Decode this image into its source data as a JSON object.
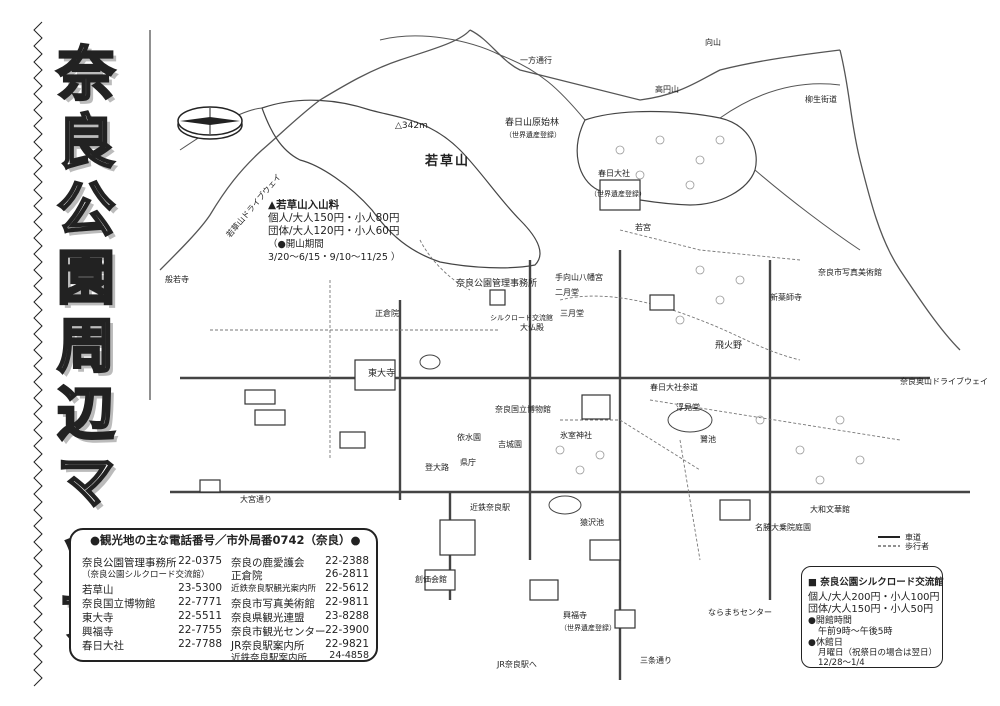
{
  "title": "奈良公園周辺マップ",
  "title_chars": [
    "奈",
    "良",
    "公",
    "園",
    "周",
    "辺",
    "マ",
    "ッ",
    "プ"
  ],
  "fee_box": {
    "heading": "▲若草山入山料",
    "line1": "個人/大人150円・小人80円",
    "line2": "団体/大人120円・小人60円",
    "line3": "（●開山期間",
    "line4": "3/20〜6/15・9/10〜11/25 ）"
  },
  "phone": {
    "title": "●観光地の主な電話番号／市外局番0742（奈良）●",
    "left": [
      {
        "name": "奈良公園管理事務所",
        "num": "22-0375"
      },
      {
        "name": "（奈良公園シルクロード交流館）",
        "num": ""
      },
      {
        "name": "若草山",
        "num": "23-5300"
      },
      {
        "name": "奈良国立博物館",
        "num": "22-7771"
      },
      {
        "name": "東大寺",
        "num": "22-5511"
      },
      {
        "name": "興福寺",
        "num": "22-7755"
      },
      {
        "name": "春日大社",
        "num": "22-7788"
      }
    ],
    "right": [
      {
        "name": "奈良の鹿愛護会",
        "num": "22-2388"
      },
      {
        "name": "正倉院",
        "num": "26-2811"
      },
      {
        "name": "近鉄奈良駅観光案内所",
        "num": "22-5612"
      },
      {
        "name": "奈良市写真美術館",
        "num": "22-9811"
      },
      {
        "name": "奈良県観光連盟",
        "num": "23-8288"
      },
      {
        "name": "奈良市観光センター",
        "num": "22-3900"
      },
      {
        "name": "JR奈良駅案内所",
        "num": "22-9821"
      },
      {
        "name": "近鉄奈良駅案内所",
        "num": "24-4858"
      }
    ]
  },
  "center": {
    "title": "■ 奈良公園シルクロード交流館",
    "fee1": "個人/大人200円・小人100円",
    "fee2": "団体/大人150円・小人50円",
    "hours_h": "●開館時間",
    "hours": "午前9時〜午後5時",
    "closed_h": "●休館日",
    "closed": "月曜日（祝祭日の場合は翌日）",
    "closed2": "12/28〜1/4"
  },
  "legend": {
    "road": "車道",
    "path": "歩行者"
  },
  "labels": {
    "wakakusa": "若草山",
    "wakakusa_peak": "△342m",
    "kasugayama": "春日山原始林",
    "kasugayama_sub": "（世界遺産登録）",
    "takamado": "高円山",
    "kasuga_taisha": "春日大社",
    "kasuga_taisha_sub": "（世界遺産登録）",
    "park_office": "奈良公園管理事務所",
    "silkroad": "シルクロード交流館",
    "todaiji": "東大寺",
    "daibutsuden": "大仏殿",
    "nigatsudo": "二月堂",
    "sangatsudo": "三月堂",
    "shosoin": "正倉院",
    "kofukuji": "興福寺",
    "kofukuji_sub": "（世界遺産登録）",
    "museum": "奈良国立博物館",
    "himuro": "氷室神社",
    "tobihino": "飛火野",
    "sagiike": "鷺池",
    "ukimido": "浮見堂",
    "sarusawa": "猿沢池",
    "naramachi": "ならまちセンター",
    "kintetsu": "近鉄奈良駅",
    "to_jr": "JR奈良駅へ",
    "sanjo": "三条通り",
    "omiya": "大宮通り",
    "noborioji": "登大路",
    "kenchou": "県庁",
    "isuien": "依水園",
    "yoshikien": "吉城園",
    "tamukeyama": "手向山八幡宮",
    "wakamiya": "若宮",
    "shin_yakushiji": "新薬師寺",
    "photo_museum": "奈良市写真美術館",
    "drive_way": "奈良奥山ドライブウェイ",
    "nara_drive": "若草山ドライブウェイ",
    "kasuga_sando": "春日大社参道",
    "hanna": "般若寺",
    "yamato": "大和文華館",
    "sousai": "創価会館",
    "meishoudai": "名勝大乗院庭園",
    "mukaiyama": "向山",
    "yagyu": "柳生街道",
    "ichi": "一方通行"
  },
  "colors": {
    "ink": "#222222",
    "road": "#555555",
    "shade": "#bbbbbb"
  }
}
